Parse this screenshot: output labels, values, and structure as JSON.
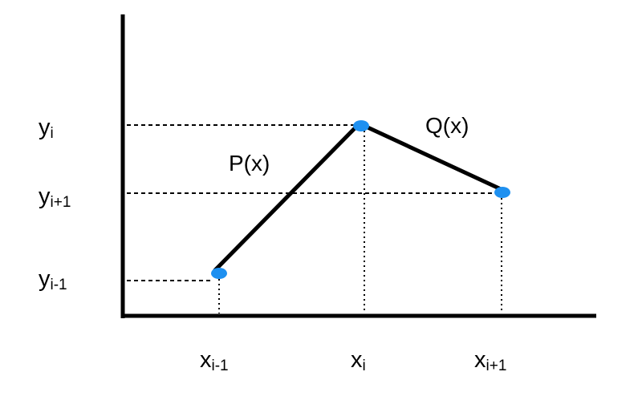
{
  "labels": {
    "y_axis": [
      {
        "base": "y",
        "sub": "i"
      },
      {
        "base": "y",
        "sub": "i+1"
      },
      {
        "base": "y",
        "sub": "i-1"
      }
    ],
    "x_axis": [
      {
        "base": "x",
        "sub": "i-1"
      },
      {
        "base": "x",
        "sub": "i"
      },
      {
        "base": "x",
        "sub": "i+1"
      }
    ],
    "segments": {
      "left": "P(x)",
      "right": "Q(x)"
    }
  },
  "colors": {
    "point": "#1E90F0",
    "line": "#000000"
  }
}
